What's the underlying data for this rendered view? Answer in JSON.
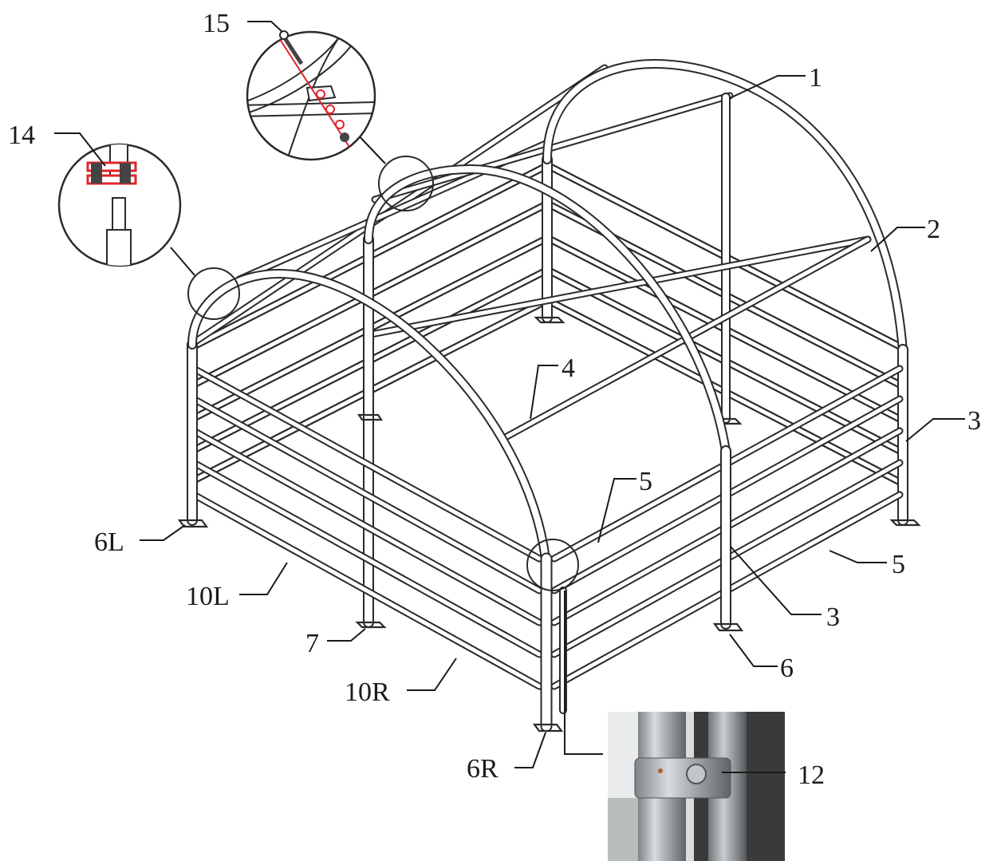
{
  "labels": {
    "l1": "1",
    "l2": "2",
    "l3a": "3",
    "l3b": "3",
    "l4": "4",
    "l5a": "5",
    "l5b": "5",
    "l6": "6",
    "l6L": "6L",
    "l6R": "6R",
    "l7": "7",
    "l10L": "10L",
    "l10R": "10R",
    "l12": "12",
    "l14": "14",
    "l15": "15"
  },
  "colors": {
    "line": "#2a2a2a",
    "detail_red": "#e0242b",
    "photo_metal": "#a9aeb0",
    "photo_dark": "#2f2f2f"
  }
}
